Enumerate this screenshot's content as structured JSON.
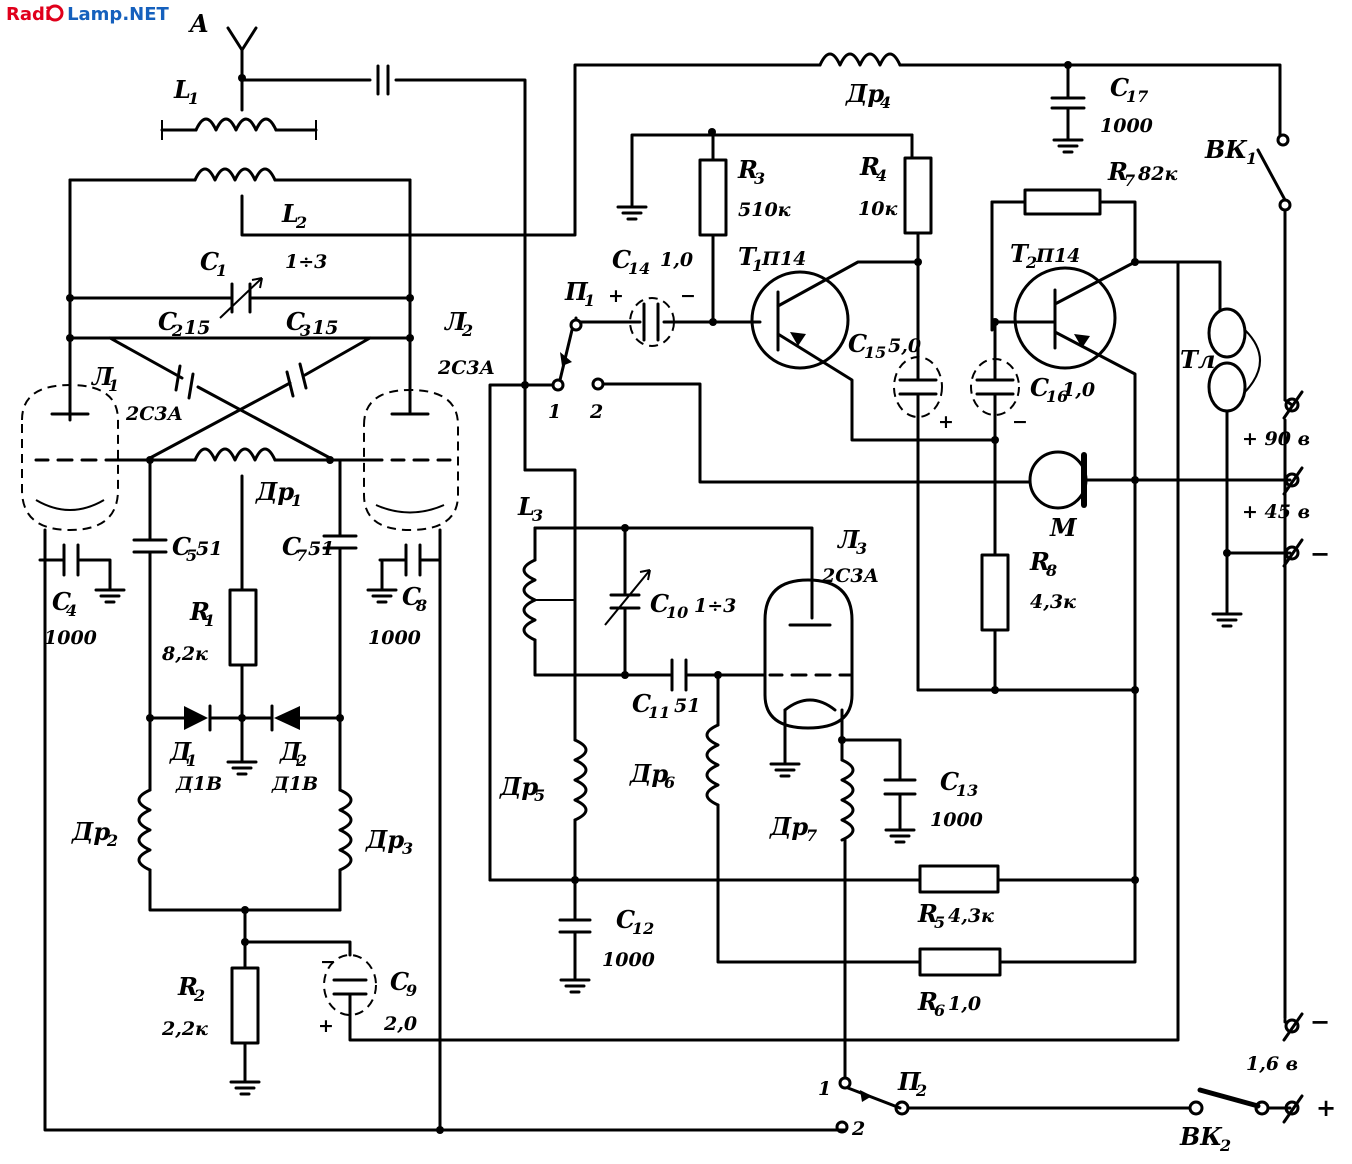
{
  "watermark": {
    "a": "Radi",
    "b": "Lamp.NET",
    "color_a": "#e0001b",
    "color_b": "#1560bd"
  },
  "antenna": "A",
  "tubes": {
    "l1": {
      "ref": "Л",
      "sub": "1",
      "type": "2С3А"
    },
    "l2": {
      "ref": "Л",
      "sub": "2",
      "type": "2С3А"
    },
    "l3": {
      "ref": "Л",
      "sub": "3",
      "type": "2С3А"
    }
  },
  "transistors": {
    "t1": {
      "ref": "Т",
      "sub": "1",
      "type": "П14"
    },
    "t2": {
      "ref": "Т",
      "sub": "2",
      "type": "П14"
    }
  },
  "coils": {
    "l1": {
      "ref": "L",
      "sub": "1"
    },
    "l2": {
      "ref": "L",
      "sub": "2"
    },
    "l3": {
      "ref": "L",
      "sub": "3"
    }
  },
  "capacitors": {
    "c1": {
      "ref": "C",
      "sub": "1",
      "value": "1÷3"
    },
    "c2": {
      "ref": "C",
      "sub": "2",
      "value": "15"
    },
    "c3": {
      "ref": "C",
      "sub": "3",
      "value": "15"
    },
    "c4": {
      "ref": "C",
      "sub": "4",
      "value": "1000"
    },
    "c5": {
      "ref": "C",
      "sub": "5",
      "value": "51"
    },
    "c7": {
      "ref": "C",
      "sub": "7",
      "value": "51"
    },
    "c8": {
      "ref": "C",
      "sub": "8",
      "value": "1000"
    },
    "c9": {
      "ref": "C",
      "sub": "9",
      "value": "2,0"
    },
    "c10": {
      "ref": "C",
      "sub": "10",
      "value": "1÷3"
    },
    "c11": {
      "ref": "C",
      "sub": "11",
      "value": "51"
    },
    "c12": {
      "ref": "C",
      "sub": "12",
      "value": "1000"
    },
    "c13": {
      "ref": "C",
      "sub": "13",
      "value": "1000"
    },
    "c14": {
      "ref": "C",
      "sub": "14",
      "value": "1,0"
    },
    "c15": {
      "ref": "C",
      "sub": "15",
      "value": "5,0"
    },
    "c16": {
      "ref": "C",
      "sub": "16",
      "value": "1,0"
    },
    "c17": {
      "ref": "C",
      "sub": "17",
      "value": "1000"
    }
  },
  "resistors": {
    "r1": {
      "ref": "R",
      "sub": "1",
      "value": "8,2к"
    },
    "r2": {
      "ref": "R",
      "sub": "2",
      "value": "2,2к"
    },
    "r3": {
      "ref": "R",
      "sub": "3",
      "value": "510к"
    },
    "r4": {
      "ref": "R",
      "sub": "4",
      "value": "10к"
    },
    "r5": {
      "ref": "R",
      "sub": "5",
      "value": "4,3к"
    },
    "r6": {
      "ref": "R",
      "sub": "6",
      "value": "1,0"
    },
    "r7": {
      "ref": "R",
      "sub": "7",
      "value": "82к"
    },
    "r8": {
      "ref": "R",
      "sub": "8",
      "value": "4,3к"
    }
  },
  "chokes": {
    "dr1": {
      "ref": "Др",
      "sub": "1"
    },
    "dr2": {
      "ref": "Др",
      "sub": "2"
    },
    "dr3": {
      "ref": "Др",
      "sub": "3"
    },
    "dr4": {
      "ref": "Др",
      "sub": "4"
    },
    "dr5": {
      "ref": "Др",
      "sub": "5"
    },
    "dr6": {
      "ref": "Др",
      "sub": "6"
    },
    "dr7": {
      "ref": "Др",
      "sub": "7"
    }
  },
  "diodes": {
    "d1": {
      "ref": "Д",
      "sub": "1",
      "type": "Д1В"
    },
    "d2": {
      "ref": "Д",
      "sub": "2",
      "type": "Д1В"
    }
  },
  "switches": {
    "p1": {
      "ref": "П",
      "sub": "1",
      "pos1": "1",
      "pos2": "2"
    },
    "p2": {
      "ref": "П",
      "sub": "2",
      "pos1": "1",
      "pos2": "2"
    },
    "vk1": {
      "ref": "ВК",
      "sub": "1"
    },
    "vk2": {
      "ref": "ВК",
      "sub": "2"
    }
  },
  "devices": {
    "headphones": "Тл",
    "meter": "М"
  },
  "terminals": {
    "v90": "+ 90 в",
    "v45": "+ 45 в",
    "minus": "−",
    "v16_minus": "−",
    "v16": "1,6 в",
    "plus": "+"
  },
  "polarity": {
    "plus": "+",
    "minus": "−"
  }
}
